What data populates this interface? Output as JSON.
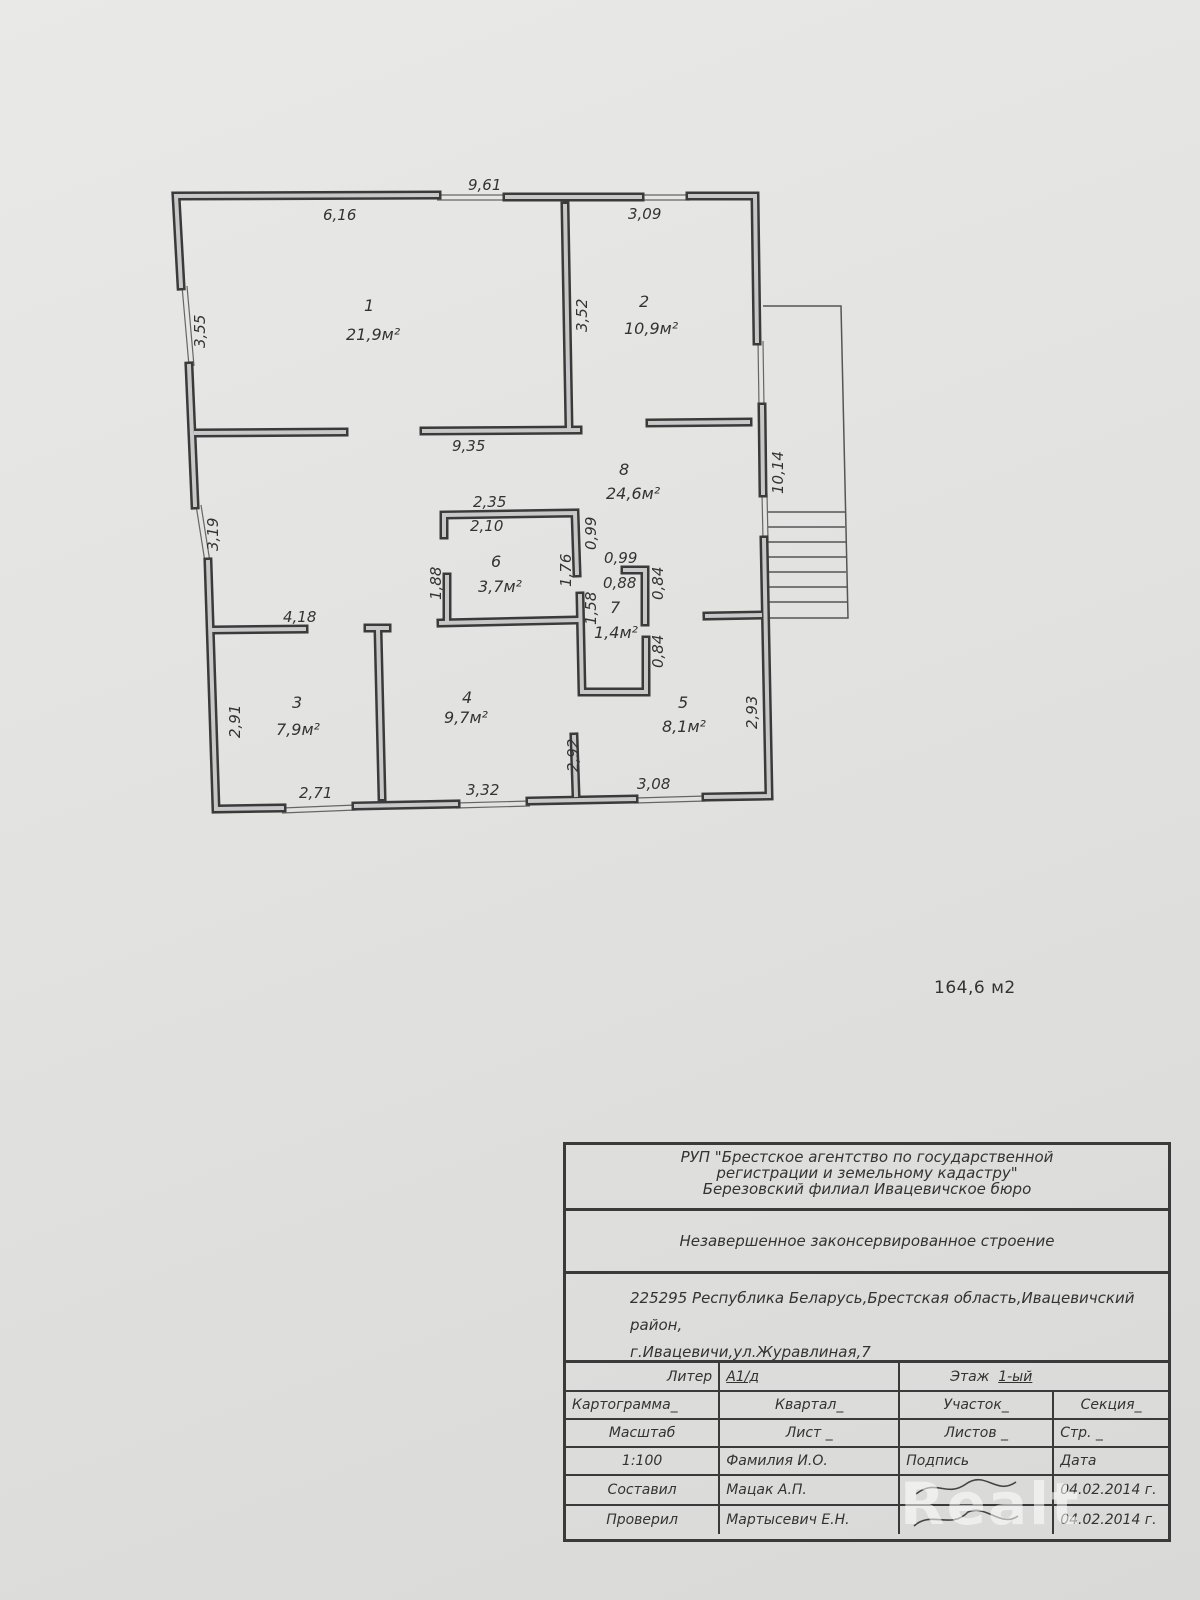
{
  "plan": {
    "rooms": [
      {
        "number": "1",
        "area": "21,9м²"
      },
      {
        "number": "2",
        "area": "10,9м²"
      },
      {
        "number": "3",
        "area": "7,9м²"
      },
      {
        "number": "4",
        "area": "9,7м²"
      },
      {
        "number": "5",
        "area": "8,1м²"
      },
      {
        "number": "6",
        "area": "3,7м²"
      },
      {
        "number": "7",
        "area": "1,4м²"
      },
      {
        "number": "8",
        "area": "24,6м²"
      }
    ],
    "dimensions": [
      "9,61",
      "6,16",
      "3,09",
      "3,55",
      "3,52",
      "9,35",
      "10,14",
      "3,19",
      "2,35",
      "2,10",
      "0,99",
      "0,99",
      "0,88",
      "0,84",
      "1,88",
      "1,76",
      "1,58",
      "0,84",
      "4,18",
      "2,91",
      "2,93",
      "2,92",
      "2,71",
      "3,32",
      "3,08"
    ],
    "total_area": "164,6 м2"
  },
  "title_block": {
    "org_line1": "РУП \"Брестское агентство по государственной",
    "org_line2": "регистрации и земельному кадастру\"",
    "org_line3": "Березовский филиал Ивацевичское бюро",
    "object": "Незавершенное законсервированное строение",
    "address_line1": "225295 Республика Беларусь,Брестская область,Ивацевичский район,",
    "address_line2": "г.Ивацевичи,ул.Журавлиная,7",
    "liter_label": "Литер",
    "liter_value": "А1/д",
    "floor_label": "Этаж",
    "floor_value": "1-ый",
    "kartogramma": "Картограмма_",
    "kvartal": "Квартал_",
    "uchastok": "Участок_",
    "sektsiya": "Секция_",
    "masshtab": "Масштаб",
    "list": "Лист _",
    "listov": "Листов _",
    "str": "Стр. _",
    "scale_value": "1:100",
    "familiya": "Фамилия И.О.",
    "podpis": "Подпись",
    "data": "Дата",
    "sostavil": "Составил",
    "sostavil_name": "Мацак А.П.",
    "sostavil_date": "04.02.2014 г.",
    "proveril": "Проверил",
    "proveril_name": "Мартысевич Е.Н.",
    "proveril_date": "04.02.2014 г."
  },
  "watermark": "Realt"
}
